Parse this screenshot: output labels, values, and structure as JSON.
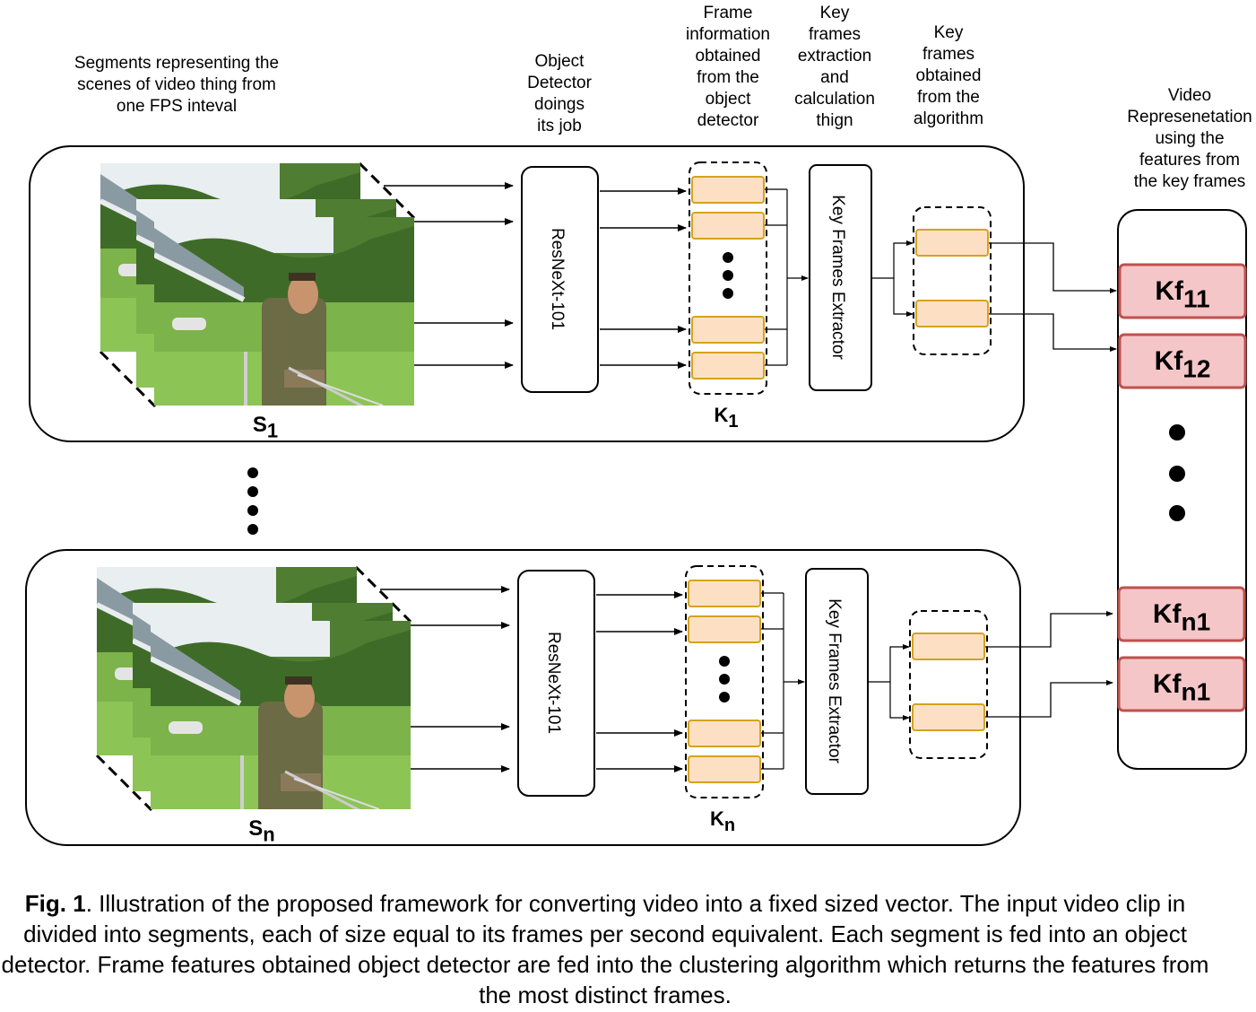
{
  "labels": {
    "segments": [
      "Segments representing the",
      "scenes of video thing from",
      "one FPS inteval"
    ],
    "object_detector": [
      "Object",
      "Detector",
      "doings",
      "its job"
    ],
    "frame_info": [
      "Frame",
      "information",
      "obtained",
      "from the",
      "object",
      "detector"
    ],
    "key_extraction": [
      "Key",
      "frames",
      "extraction",
      "and",
      "calculation",
      "thign"
    ],
    "key_obtained": [
      "Key",
      "frames",
      "obtained",
      "from the",
      "algorithm"
    ],
    "video_rep": [
      "Video",
      "Represenetation",
      "using the",
      "features from",
      "the key frames"
    ]
  },
  "rows": [
    {
      "segment_base": "S",
      "segment_sub": "1",
      "detector": "ResNeXt-101",
      "k_base": "K",
      "k_sub": "1",
      "extractor": "Key Frames Extractor"
    },
    {
      "segment_base": "S",
      "segment_sub": "n",
      "detector": "ResNeXt-101",
      "k_base": "K",
      "k_sub": "n",
      "extractor": "Key Frames Extractor"
    }
  ],
  "output": {
    "items": [
      {
        "base": "Kf",
        "sub": "11"
      },
      {
        "base": "Kf",
        "sub": "12"
      },
      {
        "base": "Kf",
        "sub": "n1"
      },
      {
        "base": "Kf",
        "sub": "n1"
      }
    ]
  },
  "caption": {
    "lead": "Fig. 1",
    "text": ". Illustration of the proposed framework for converting video into a fixed sized vector. The input video clip in divided into segments, each of size equal to its frames per second equivalent. Each segment is fed into an object detector. Frame features obtained object detector are fed into the clustering algorithm which returns the features from the most distinct frames."
  },
  "colors": {
    "feature_fill": "#fde0c4",
    "feature_stroke": "#d6a21e",
    "kf_fill": "#f5c6c8",
    "kf_stroke": "#c0504d"
  }
}
